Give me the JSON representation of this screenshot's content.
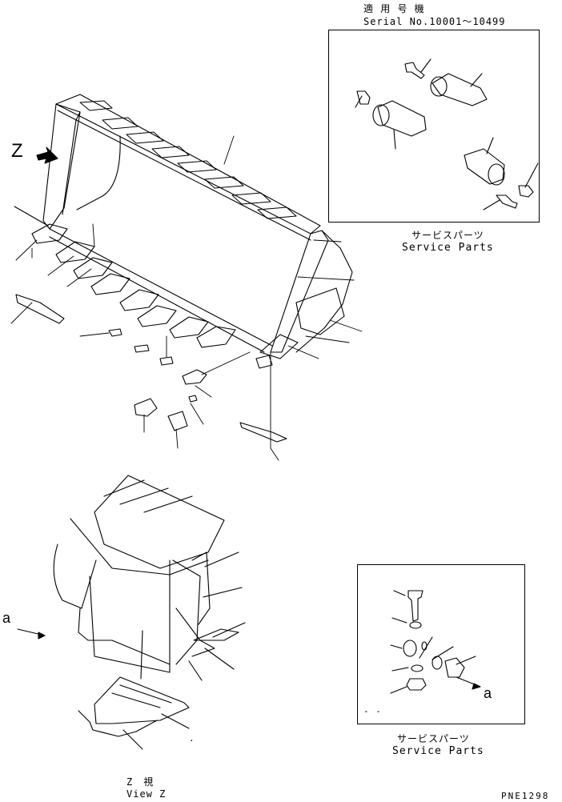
{
  "header": {
    "applicable_jp": "適 用 号 機",
    "serial": "Serial No.10001～10499"
  },
  "service_parts_top": {
    "jp": "サービスパーツ",
    "en": "Service Parts"
  },
  "service_parts_bottom": {
    "jp": "サービスパーツ",
    "en": "Service Parts",
    "dash_mark": "- -"
  },
  "view_marker": {
    "letter": "Z"
  },
  "view_caption": {
    "jp": "Z　視",
    "en": "View Z"
  },
  "arrow_a_left": "a",
  "arrow_a_right": "a",
  "drawing_code": "PNE1298",
  "stray_mark": "."
}
